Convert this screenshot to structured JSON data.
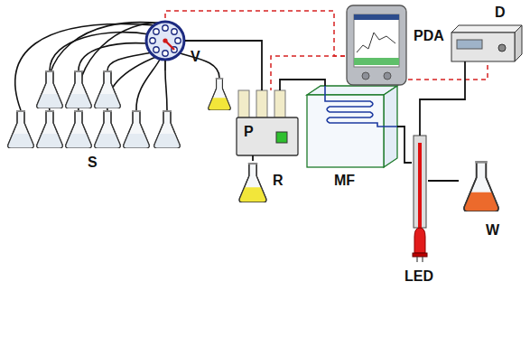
{
  "diagram": {
    "nodes": [
      {
        "text": [
          "PDA"
        ]
      },
      {
        "text": [
          "D"
        ]
      },
      {
        "text": [
          "V"
        ]
      },
      {
        "text": [
          "S"
        ]
      },
      {
        "text": [
          "P"
        ]
      },
      {
        "text": [
          "MF"
        ]
      },
      {
        "text": [
          "R"
        ]
      },
      {
        "text": [
          "LED"
        ]
      },
      {
        "text": [
          "W"
        ]
      }
    ],
    "edges": [
      {
        "from": 0,
        "to": 2,
        "arrow": "none"
      },
      {
        "from": 0,
        "to": 4,
        "arrow": "none"
      },
      {
        "from": 0,
        "to": 1,
        "arrow": "none"
      },
      {
        "from": 3,
        "to": 2,
        "arrow": "none"
      },
      {
        "from": 2,
        "to": 4,
        "arrow": "none"
      },
      {
        "from": 6,
        "to": 4,
        "arrow": "none"
      },
      {
        "from": 4,
        "to": 5,
        "arrow": "none"
      },
      {
        "from": 5,
        "to": 7,
        "arrow": "none"
      },
      {
        "from": 1,
        "to": 7,
        "arrow": "none"
      },
      {
        "from": 7,
        "to": 8,
        "arrow": "none"
      }
    ]
  }
}
